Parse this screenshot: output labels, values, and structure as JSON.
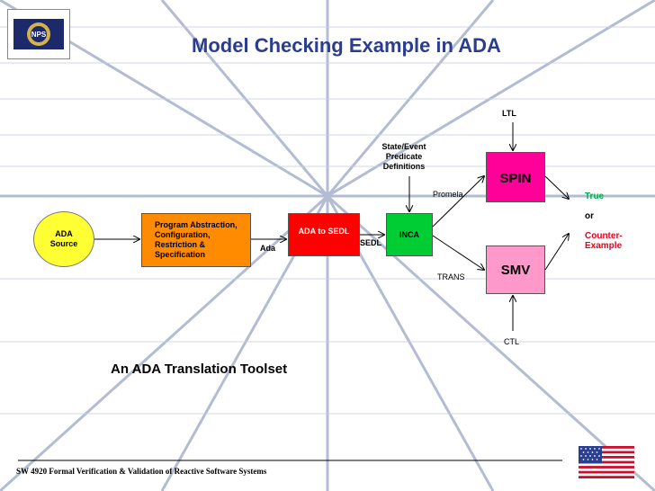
{
  "slide": {
    "title": "Model Checking Example in ADA",
    "subtitle": "An ADA Translation Toolset",
    "footer": "SW 4920 Formal Verification & Validation of Reactive Software Systems",
    "logo_text": "NPS"
  },
  "nodes": {
    "ada_source": [
      "ADA",
      "Source"
    ],
    "program_abstraction": [
      "Program Abstraction,",
      "Configuration,",
      "Restriction &",
      "Specification"
    ],
    "ada_to_sedl": "ADA to SEDL",
    "inca": "INCA",
    "spin": "SPIN",
    "smv": "SMV"
  },
  "edge_labels": {
    "ada": "Ada",
    "sedl": "SEDL",
    "promela": "Promela",
    "trans": "TRANS",
    "ltl": "LTL",
    "ctl": "CTL",
    "state_event": [
      "State/Event",
      "Predicate",
      "Definitions"
    ]
  },
  "result": {
    "true_label": "True",
    "or_label": "or",
    "counter_label": [
      "Counter-",
      "Example"
    ],
    "colors": {
      "true": "#00b050",
      "counter": "#e8001c"
    }
  },
  "colors": {
    "title": "#2b3d8f",
    "ada_source": "#ffff33",
    "program_abstraction": "#ff8c00",
    "ada_to_sedl": "#ff0000",
    "inca": "#00cc33",
    "spin": "#ff0099",
    "smv": "#ff99cc"
  }
}
